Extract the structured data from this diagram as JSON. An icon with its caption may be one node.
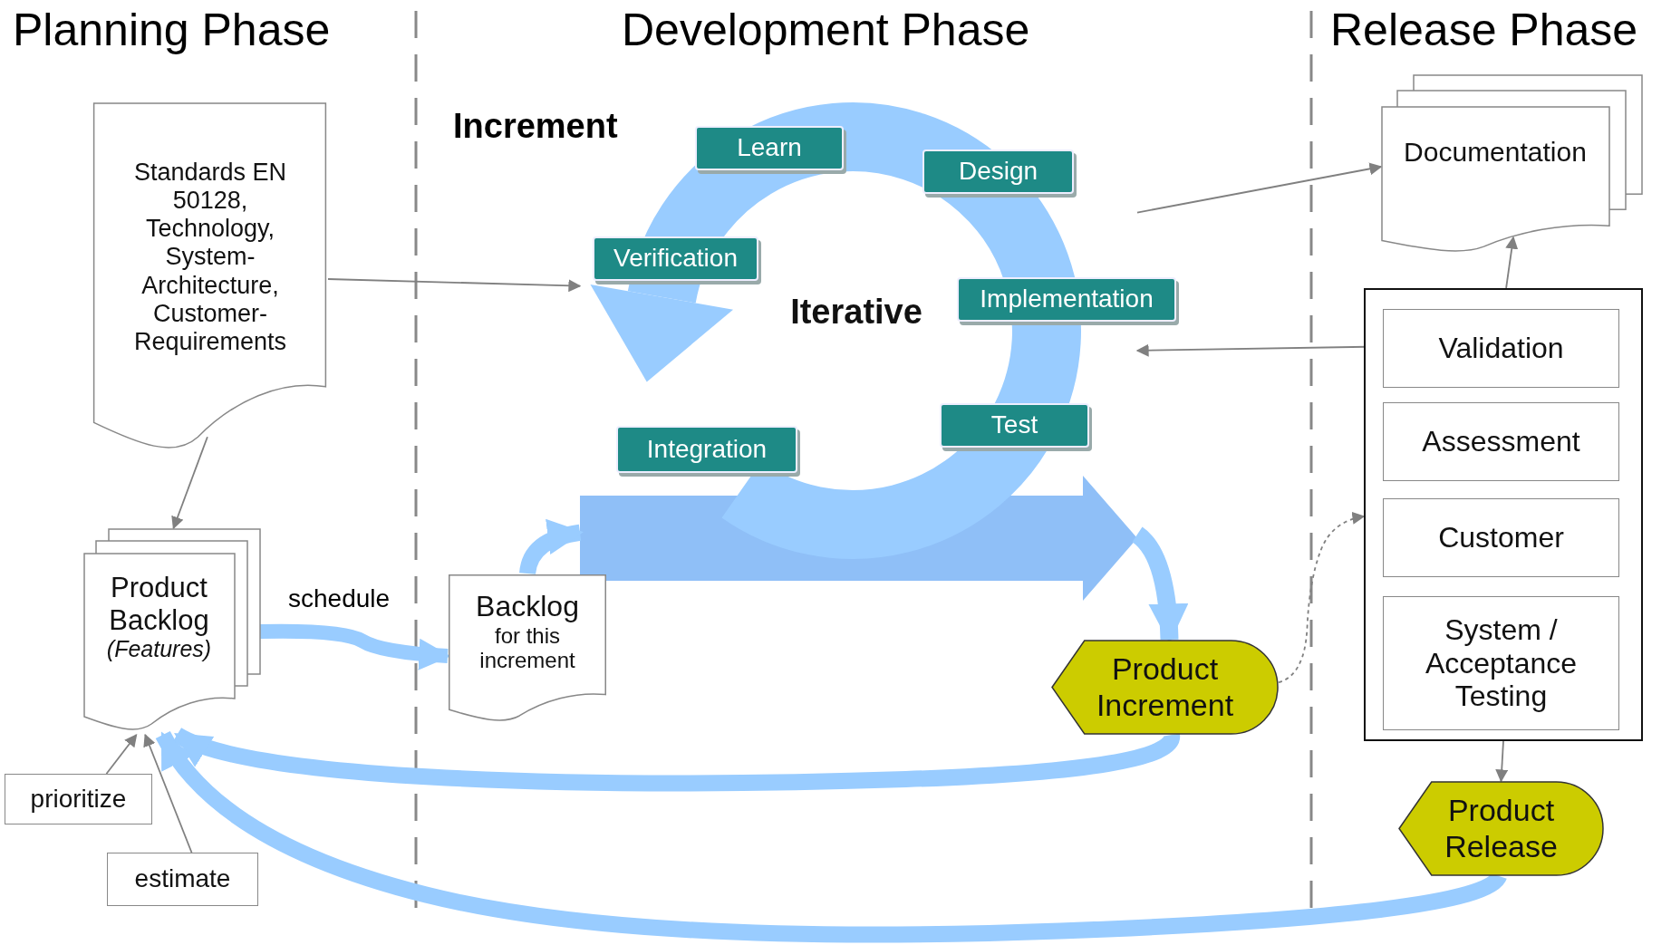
{
  "diagram": {
    "nodes": [
      {
        "text": [
          "Standards EN 50128, Technology, System-Architecture, Customer-Requirements"
        ]
      },
      {
        "text": [
          "Product Backlog",
          "(Features)"
        ]
      },
      {
        "text": [
          "prioritize"
        ]
      },
      {
        "text": [
          "estimate"
        ]
      },
      {
        "text": [
          "Backlog",
          "for this increment"
        ]
      },
      {
        "text": [
          "Iterative"
        ]
      },
      {
        "text": [
          "Learn"
        ],
        "in": 5
      },
      {
        "text": [
          "Design"
        ],
        "in": 5
      },
      {
        "text": [
          "Verification"
        ],
        "in": 5
      },
      {
        "text": [
          "Implementation"
        ]
      },
      {
        "text": [
          "Test"
        ],
        "in": 5
      },
      {
        "text": [
          "Integration"
        ],
        "in": 5
      },
      {
        "text": [
          "Product Increment"
        ]
      },
      {
        "text": [
          "Documentation"
        ]
      },
      {
        "text": [],
        "shape": "box"
      },
      {
        "text": [
          "Validation"
        ],
        "in": 14
      },
      {
        "text": [
          "Assessment"
        ],
        "in": 14
      },
      {
        "text": [
          "Customer"
        ],
        "in": 14
      },
      {
        "text": [
          "System / Acceptance Testing"
        ],
        "in": 14
      },
      {
        "text": [
          "Product Release"
        ]
      }
    ],
    "edges": [
      {
        "from": 0,
        "to": 5,
        "arrow": "to"
      },
      {
        "from": 0,
        "to": 1,
        "arrow": "to"
      },
      {
        "from": 2,
        "to": 1,
        "arrow": "to"
      },
      {
        "from": 3,
        "to": 1,
        "arrow": "to"
      },
      {
        "from": 1,
        "to": 4,
        "arrow": "to",
        "label": "schedule",
        "style": "thick",
        "color": "#99ccff"
      },
      {
        "from": 4,
        "to": 5,
        "arrow": "to",
        "style": "thick",
        "color": "#99ccff"
      },
      {
        "from": 5,
        "to": 12,
        "arrow": "to",
        "style": "thick",
        "color": "#99ccff"
      },
      {
        "from": 12,
        "to": 1,
        "arrow": "to",
        "style": "thick",
        "color": "#99ccff"
      },
      {
        "from": 19,
        "to": 1,
        "arrow": "to",
        "style": "thick",
        "color": "#99ccff"
      },
      {
        "from": 12,
        "to": 14,
        "arrow": "to",
        "style": "dashed"
      },
      {
        "from": 15,
        "to": 5,
        "arrow": "to"
      },
      {
        "from": 14,
        "to": 13,
        "arrow": "to"
      },
      {
        "from": 5,
        "to": 13,
        "arrow": "to"
      },
      {
        "from": 14,
        "to": 19,
        "arrow": "to"
      }
    ],
    "labels": [
      "Planning Phase",
      "Development Phase",
      "Release Phase",
      "Increment"
    ]
  }
}
